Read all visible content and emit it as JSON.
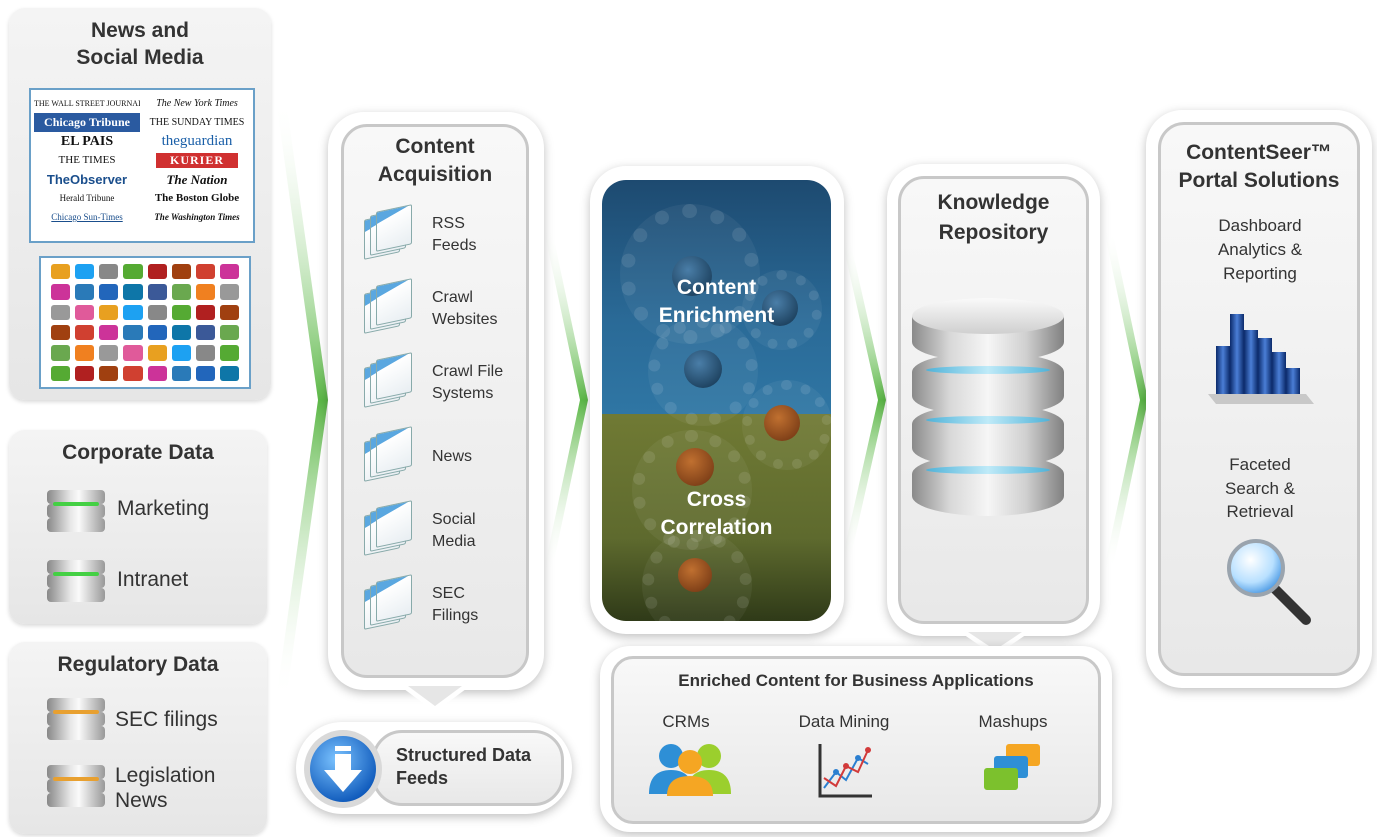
{
  "sources": {
    "news_title_line1": "News and",
    "news_title_line2": "Social Media",
    "newspapers": [
      "THE WALL STREET JOURNAL",
      "The New York Times",
      "Chicago Tribune",
      "THE SUNDAY TIMES",
      "EL PAIS",
      "theguardian",
      "THE TIMES",
      "KURIER",
      "TheObserver",
      "The Nation",
      "Herald Tribune",
      "The Boston Globe",
      "Chicago Sun-Times",
      "The Washington Times"
    ],
    "corporate_title": "Corporate Data",
    "corporate_items": [
      "Marketing",
      "Intranet"
    ],
    "regulatory_title": "Regulatory Data",
    "regulatory_items": [
      "SEC filings",
      "Legislation",
      "News"
    ]
  },
  "acquisition": {
    "title_line1": "Content",
    "title_line2": "Acquisition",
    "items": [
      {
        "line1": "RSS",
        "line2": "Feeds"
      },
      {
        "line1": "Crawl",
        "line2": "Websites"
      },
      {
        "line1": "Crawl File",
        "line2": "Systems"
      },
      {
        "line1": "News",
        "line2": ""
      },
      {
        "line1": "Social",
        "line2": "Media"
      },
      {
        "line1": "SEC",
        "line2": "Filings"
      }
    ],
    "feeds_line1": "Structured Data",
    "feeds_line2": "Feeds"
  },
  "enrichment": {
    "top_line1": "Content",
    "top_line2": "Enrichment",
    "bottom_line1": "Cross",
    "bottom_line2": "Correlation"
  },
  "repository": {
    "title_line1": "Knowledge",
    "title_line2": "Repository"
  },
  "business": {
    "title": "Enriched Content for Business Applications",
    "items": [
      "CRMs",
      "Data Mining",
      "Mashups"
    ]
  },
  "portal": {
    "title_line1": "ContentSeer™",
    "title_line2": "Portal Solutions",
    "dashboard_line1": "Dashboard",
    "dashboard_line2": "Analytics &",
    "dashboard_line3": "Reporting",
    "search_line1": "Faceted",
    "search_line2": "Search &",
    "search_line3": "Retrieval"
  },
  "colors": {
    "arrow_green": "#7cc35a",
    "enrich_blue": "#2a6a97",
    "correlation_olive": "#5e6a2e",
    "accent_blue": "#2b7fd0"
  },
  "icons": [
    "database-icon",
    "feed-page-icon",
    "download-arrow-icon",
    "gear-icon",
    "people-icon",
    "chart-icon",
    "windows-icon",
    "bar-chart-icon",
    "magnifier-icon"
  ]
}
